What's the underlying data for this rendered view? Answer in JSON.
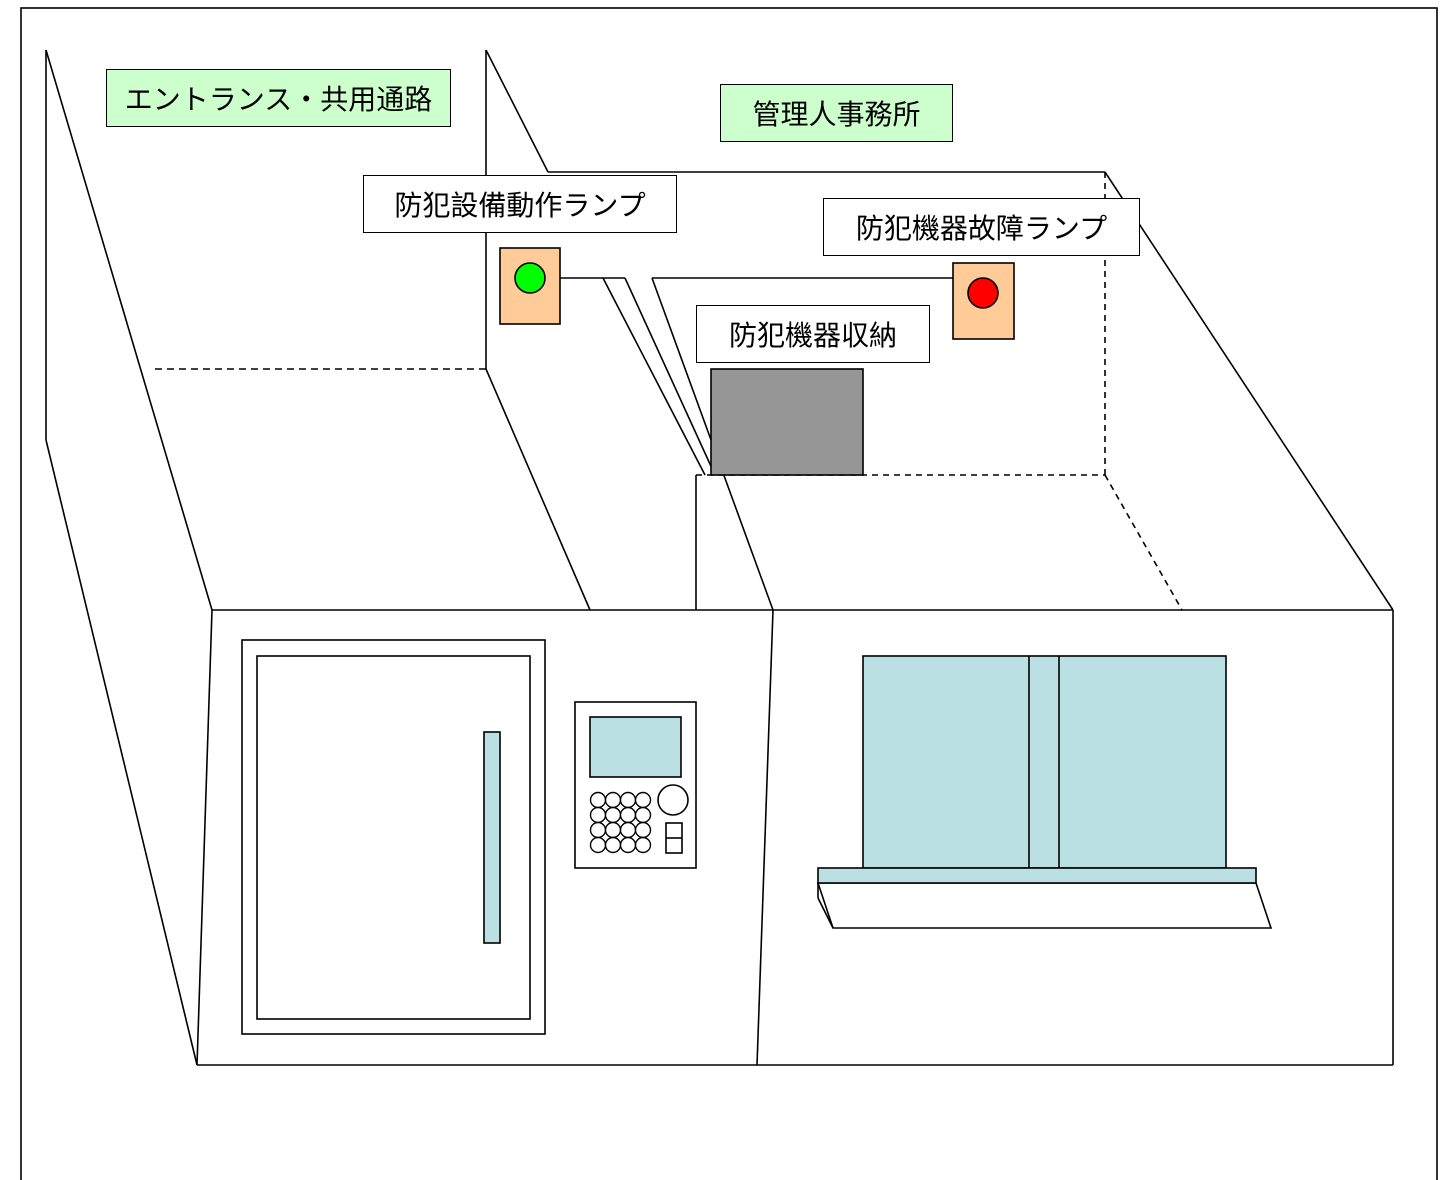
{
  "labels": {
    "entrance": "エントランス・共用通路",
    "office": "管理人事務所",
    "operation_lamp": "防犯設備動作ランプ",
    "fault_lamp": "防犯機器故障ランプ",
    "storage": "防犯機器収納"
  },
  "lamps": {
    "operation": {
      "color": "#00ff00",
      "plate_color": "#ffcc99"
    },
    "fault": {
      "color": "#ff0000",
      "plate_color": "#ffcc99"
    }
  },
  "colors": {
    "glass": "#bbe0e3",
    "storage_box": "#969696",
    "label_green": "#ccffcc"
  }
}
